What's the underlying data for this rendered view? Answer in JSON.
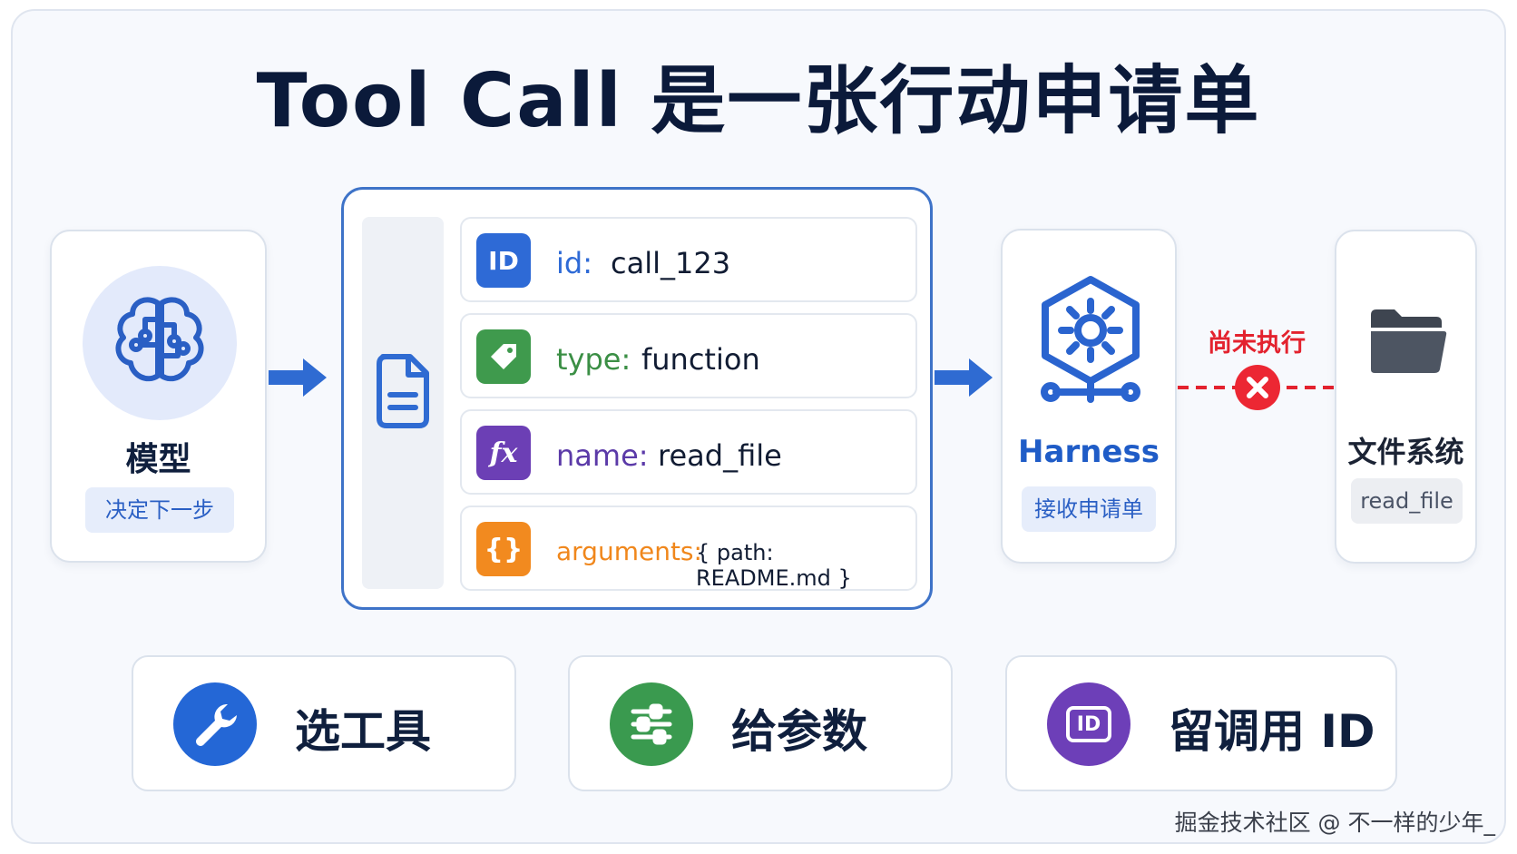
{
  "title": "Tool Call 是一张行动申请单",
  "model": {
    "label": "模型",
    "tag": "决定下一步"
  },
  "request": {
    "fields": [
      {
        "key": "id:",
        "value": "call_123",
        "icon_text": "ID",
        "color": "#2e6ad6",
        "key_color": "#2e6ad6"
      },
      {
        "key": "type:",
        "value": "function",
        "icon_text": "",
        "color": "#3f9a4d",
        "key_color": "#3b8f45"
      },
      {
        "key": "name:",
        "value": "read_file",
        "icon_text": "fx",
        "color": "#6c3fb5",
        "key_color": "#5b3aa8"
      },
      {
        "key": "arguments:",
        "value": "{ path: README.md }",
        "icon_text": "{}",
        "color": "#f28a1f",
        "key_color": "#f0871c"
      }
    ]
  },
  "harness": {
    "label": "Harness",
    "tag": "接收申请单"
  },
  "blocked": {
    "label": "尚未执行"
  },
  "filesystem": {
    "label": "文件系统",
    "tag": "read_file"
  },
  "bottom": [
    {
      "label": "选工具",
      "icon": "wrench-icon",
      "color": "#2467d6"
    },
    {
      "label": "给参数",
      "icon": "sliders-icon",
      "color": "#3a9a4f"
    },
    {
      "label": "留调用 ID",
      "icon": "id-badge-icon",
      "icon_text": "ID",
      "color": "#6d3fb8"
    }
  ],
  "watermark": "掘金技术社区 @ 不一样的少年_"
}
